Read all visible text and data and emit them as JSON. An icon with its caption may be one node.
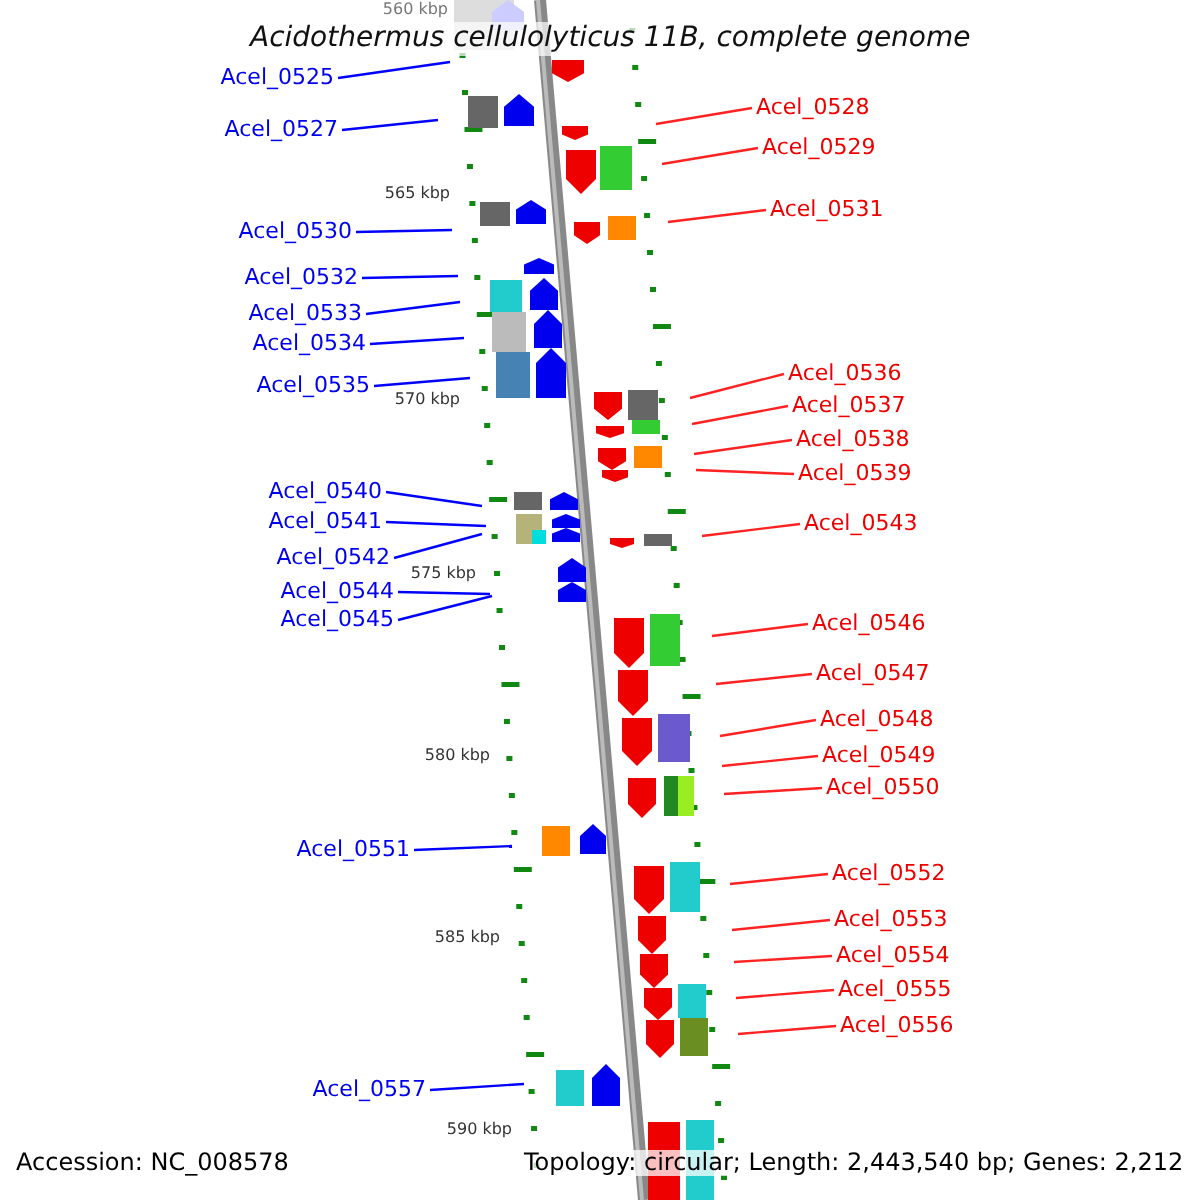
{
  "diagram": {
    "title": "Acidothermus cellulolyticus 11B, complete genome",
    "nodes": [
      {
        "text": [
          "Acel_0525"
        ]
      },
      {
        "text": [
          "Acel_0528"
        ]
      },
      {
        "text": [
          "Acel_0527"
        ]
      },
      {
        "text": [
          "Acel_0529"
        ]
      },
      {
        "text": [
          "Acel_0531"
        ]
      },
      {
        "text": [
          "Acel_0530"
        ]
      },
      {
        "text": [
          "Acel_0532"
        ]
      },
      {
        "text": [
          "Acel_0533"
        ]
      },
      {
        "text": [
          "Acel_0534"
        ]
      },
      {
        "text": [
          "Acel_0536"
        ]
      },
      {
        "text": [
          "Acel_0535"
        ]
      },
      {
        "text": [
          "Acel_0537"
        ]
      },
      {
        "text": [
          "Acel_0538"
        ]
      },
      {
        "text": [
          "Acel_0539"
        ]
      },
      {
        "text": [
          "Acel_0540"
        ]
      },
      {
        "text": [
          "Acel_0541"
        ]
      },
      {
        "text": [
          "Acel_0543"
        ]
      },
      {
        "text": [
          "Acel_0542"
        ]
      },
      {
        "text": [
          "Acel_0544"
        ]
      },
      {
        "text": [
          "Acel_0545"
        ]
      },
      {
        "text": [
          "Acel_0546"
        ]
      },
      {
        "text": [
          "Acel_0547"
        ]
      },
      {
        "text": [
          "Acel_0548"
        ]
      },
      {
        "text": [
          "Acel_0549"
        ]
      },
      {
        "text": [
          "Acel_0550"
        ]
      },
      {
        "text": [
          "Acel_0551"
        ]
      },
      {
        "text": [
          "Acel_0552"
        ]
      },
      {
        "text": [
          "Acel_0553"
        ]
      },
      {
        "text": [
          "Acel_0554"
        ]
      },
      {
        "text": [
          "Acel_0555"
        ]
      },
      {
        "text": [
          "Acel_0556"
        ]
      },
      {
        "text": [
          "Acel_0557"
        ]
      }
    ],
    "edges": [
      {
        "from": 0,
        "to": null,
        "arrow": "none",
        "color": "#0000ff"
      },
      {
        "from": 1,
        "to": null,
        "arrow": "none"
      },
      {
        "from": 2,
        "to": null,
        "arrow": "none",
        "color": "#0000ff"
      },
      {
        "from": 3,
        "to": null,
        "arrow": "none"
      },
      {
        "from": 4,
        "to": null,
        "arrow": "none"
      },
      {
        "from": 5,
        "to": null,
        "arrow": "none",
        "color": "#0000ff"
      },
      {
        "from": 6,
        "to": null,
        "arrow": "none",
        "color": "#0000ff"
      },
      {
        "from": 7,
        "to": null,
        "arrow": "none",
        "color": "#0000ff"
      },
      {
        "from": 8,
        "to": null,
        "arrow": "none",
        "color": "#0000ff"
      },
      {
        "from": 9,
        "to": null,
        "arrow": "none"
      },
      {
        "from": 10,
        "to": null,
        "arrow": "none",
        "color": "#0000ff"
      },
      {
        "from": 11,
        "to": null,
        "arrow": "none"
      },
      {
        "from": 12,
        "to": null,
        "arrow": "none"
      },
      {
        "from": 13,
        "to": null,
        "arrow": "none"
      },
      {
        "from": 14,
        "to": null,
        "arrow": "none",
        "color": "#0000ff"
      },
      {
        "from": 15,
        "to": null,
        "arrow": "none",
        "color": "#0000ff"
      },
      {
        "from": 16,
        "to": null,
        "arrow": "none"
      },
      {
        "from": 17,
        "to": null,
        "arrow": "none",
        "color": "#0000ff"
      },
      {
        "from": 18,
        "to": null,
        "arrow": "none",
        "color": "#0000ff"
      },
      {
        "from": 19,
        "to": null,
        "arrow": "none",
        "color": "#0000ff"
      },
      {
        "from": 20,
        "to": null,
        "arrow": "none"
      },
      {
        "from": 21,
        "to": null,
        "arrow": "none"
      },
      {
        "from": 22,
        "to": null,
        "arrow": "none"
      },
      {
        "from": 23,
        "to": null,
        "arrow": "none"
      },
      {
        "from": 24,
        "to": null,
        "arrow": "none"
      },
      {
        "from": 25,
        "to": null,
        "arrow": "none",
        "color": "#0000ff"
      },
      {
        "from": 26,
        "to": null,
        "arrow": "none"
      },
      {
        "from": 27,
        "to": null,
        "arrow": "none"
      },
      {
        "from": 28,
        "to": null,
        "arrow": "none"
      },
      {
        "from": 29,
        "to": null,
        "arrow": "none"
      },
      {
        "from": 30,
        "to": null,
        "arrow": "none"
      },
      {
        "from": 31,
        "to": null,
        "arrow": "none",
        "color": "#0000ff"
      }
    ],
    "labels": [
      "560 kbp",
      "565 kbp",
      "570 kbp",
      "575 kbp",
      "580 kbp",
      "585 kbp",
      "590 kbp",
      "Accession: NC_008578",
      "Topology: circular; Length: 2,443,540 bp; Genes: 2,212"
    ]
  }
}
